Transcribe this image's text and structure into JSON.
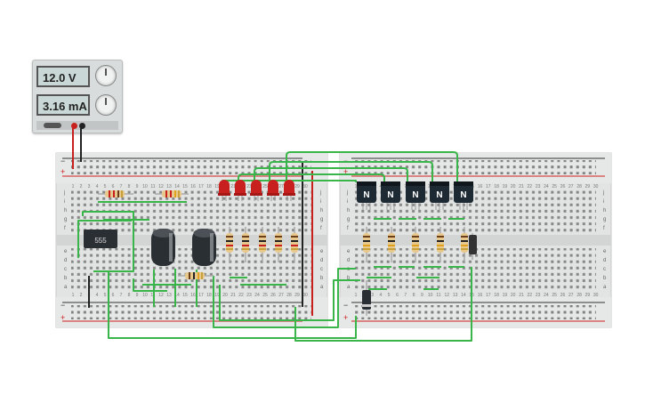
{
  "power_supply": {
    "voltage": "12.0 V",
    "current": "3.16 mA"
  },
  "ic": {
    "label": "555"
  },
  "transistors": {
    "label": "N",
    "count": 5
  },
  "breadboard": {
    "row_letters_top": [
      "j",
      "i",
      "h",
      "g",
      "f"
    ],
    "row_letters_bottom": [
      "e",
      "d",
      "c",
      "b",
      "a"
    ],
    "left_col_numbers": [
      "1",
      "2",
      "3",
      "4",
      "5",
      "6",
      "7",
      "8",
      "9",
      "10",
      "11",
      "12",
      "13",
      "14",
      "15",
      "16",
      "17",
      "18",
      "19",
      "20",
      "21",
      "22",
      "23",
      "24",
      "25",
      "26",
      "27",
      "28",
      "29",
      "30"
    ],
    "right_col_numbers": [
      "1",
      "2",
      "3",
      "4",
      "5",
      "6",
      "7",
      "8",
      "9",
      "10",
      "11",
      "12",
      "13",
      "14",
      "15",
      "16",
      "17",
      "18",
      "19",
      "20",
      "21",
      "22",
      "23",
      "24",
      "25",
      "26",
      "27",
      "28",
      "29",
      "30"
    ]
  },
  "colors": {
    "wire": "#3ab54a",
    "led": "#c8201e",
    "board": "#e2e3e3",
    "rail_red": "#d02020",
    "rail_black": "#333333",
    "transistor": "#1e2a33",
    "capacitor": "#2a2f33"
  }
}
